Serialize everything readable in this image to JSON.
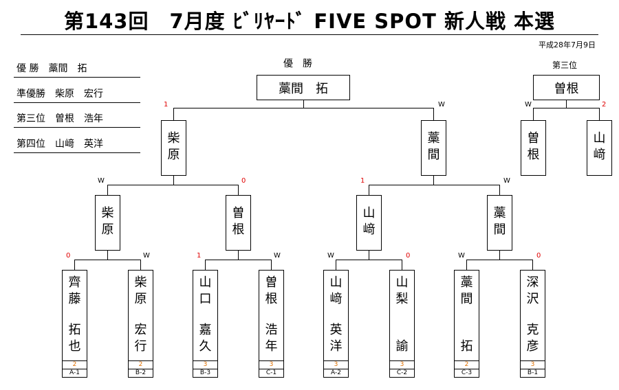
{
  "title": "第143回　7月度 ﾋﾞﾘﾔｰﾄﾞ FIVE SPOT 新人戦 本選",
  "date": "平成28年7月9日",
  "results": [
    "優 勝　藁間　拓",
    "準優勝　柴原　宏行",
    "第三位　曽根　浩年",
    "第四位　山﨑　英洋"
  ],
  "champion_label": "優　勝",
  "champion_name": "藁間　拓",
  "third_label": "第三位",
  "third_name": "曽根",
  "final": {
    "left_name": "柴\n原",
    "left_mark": "1",
    "right_name": "藁\n間",
    "right_mark": "W"
  },
  "third_match": {
    "left_name": "曽\n根",
    "left_mark": "W",
    "right_name": "山\n﨑",
    "right_mark": "2"
  },
  "semis": [
    {
      "name": "柴\n原",
      "mark": "W"
    },
    {
      "name": "曽\n根",
      "mark": "0"
    },
    {
      "name": "山\n﨑",
      "mark": "1"
    },
    {
      "name": "藁\n間",
      "mark": "W"
    }
  ],
  "players": [
    {
      "top": "齊\n藤",
      "bottom": "拓\n也",
      "score": "2",
      "id": "A-1",
      "mark": "0"
    },
    {
      "top": "柴\n原",
      "bottom": "宏\n行",
      "score": "2",
      "id": "B-2",
      "mark": "W"
    },
    {
      "top": "山\n口",
      "bottom": "嘉\n久",
      "score": "3",
      "id": "B-3",
      "mark": "1"
    },
    {
      "top": "曽\n根",
      "bottom": "浩\n年",
      "score": "3",
      "id": "C-1",
      "mark": "W"
    },
    {
      "top": "山\n﨑",
      "bottom": "英\n洋",
      "score": "3",
      "id": "A-2",
      "mark": "W"
    },
    {
      "top": "山\n梨",
      "bottom": "諭",
      "score": "3",
      "id": "C-2",
      "mark": "0"
    },
    {
      "top": "藁\n間",
      "bottom": "拓",
      "score": "2",
      "id": "C-3",
      "mark": "W"
    },
    {
      "top": "深\n沢",
      "bottom": "克\n彦",
      "score": "3",
      "id": "B-1",
      "mark": "0"
    }
  ]
}
